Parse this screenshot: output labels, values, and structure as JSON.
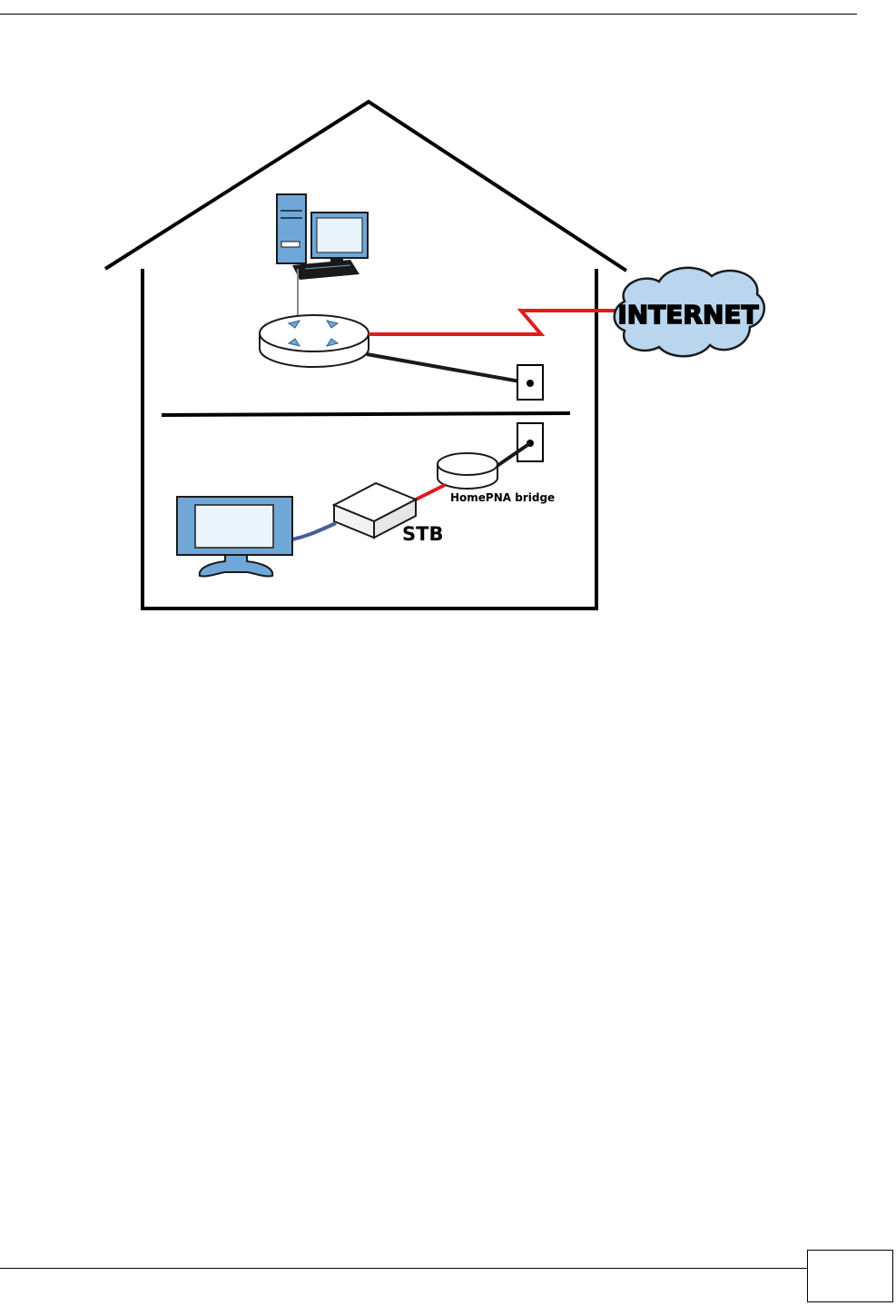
{
  "diagram": {
    "cloud_label": "INTERNET",
    "bridge_label": "HomePNA bridge",
    "stb_label": "STB"
  },
  "footer": {
    "page_number": ""
  },
  "colors": {
    "wan_line": "#e11b1b",
    "device_blue": "#6fa8d8",
    "cloud_fill": "#b9d6ee",
    "cable_tv": "#4a5a9c"
  }
}
